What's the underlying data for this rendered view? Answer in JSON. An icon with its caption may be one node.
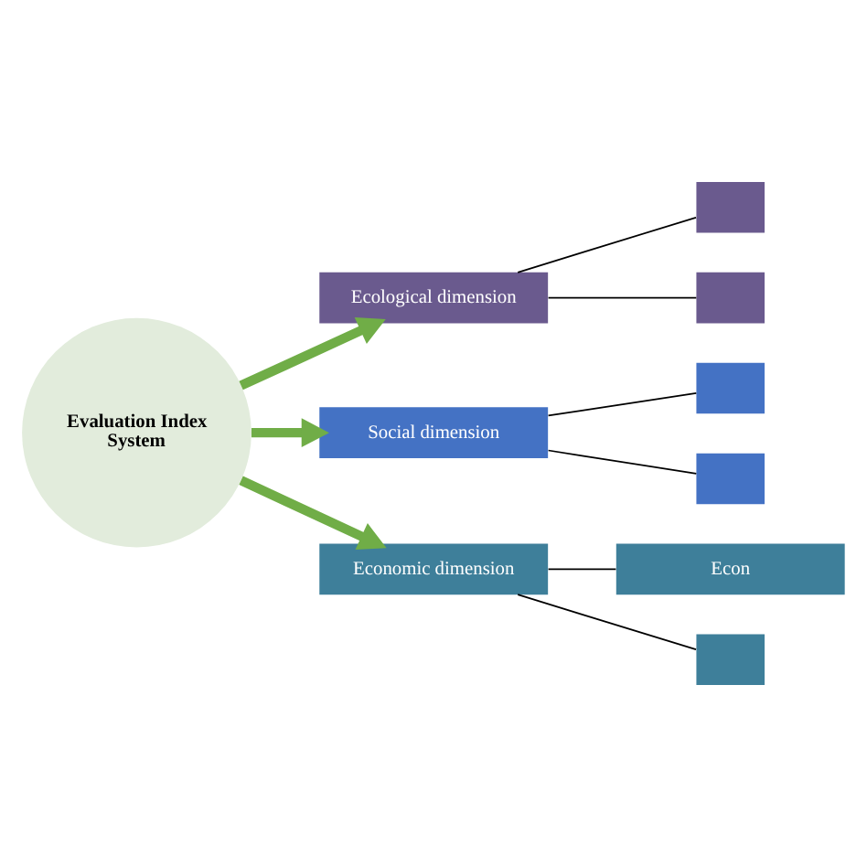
{
  "diagram": {
    "nodes": [
      {
        "text": [
          "Evaluation Index System"
        ]
      },
      {
        "text": [
          "Ecological dimension"
        ]
      },
      {
        "text": [
          "Social dimension"
        ]
      },
      {
        "text": [
          "Economic dimension"
        ]
      },
      {
        "text": [],
        "shape": "box"
      },
      {
        "text": [],
        "shape": "box"
      },
      {
        "text": [],
        "shape": "box"
      },
      {
        "text": [],
        "shape": "box"
      },
      {
        "text": [
          "Econ"
        ]
      },
      {
        "text": [],
        "shape": "box"
      }
    ],
    "edges": [
      {
        "from": 0,
        "to": 1,
        "arrow": "to",
        "style": "thick",
        "color": "#70ad47"
      },
      {
        "from": 0,
        "to": 2,
        "arrow": "to",
        "style": "thick",
        "color": "#70ad47"
      },
      {
        "from": 0,
        "to": 3,
        "arrow": "to",
        "style": "thick",
        "color": "#70ad47"
      },
      {
        "from": 1,
        "to": 4,
        "arrow": "none"
      },
      {
        "from": 1,
        "to": 5,
        "arrow": "none"
      },
      {
        "from": 2,
        "to": 6,
        "arrow": "none"
      },
      {
        "from": 2,
        "to": 7,
        "arrow": "none"
      },
      {
        "from": 3,
        "to": 8,
        "arrow": "none"
      },
      {
        "from": 3,
        "to": 9,
        "arrow": "none"
      }
    ]
  }
}
